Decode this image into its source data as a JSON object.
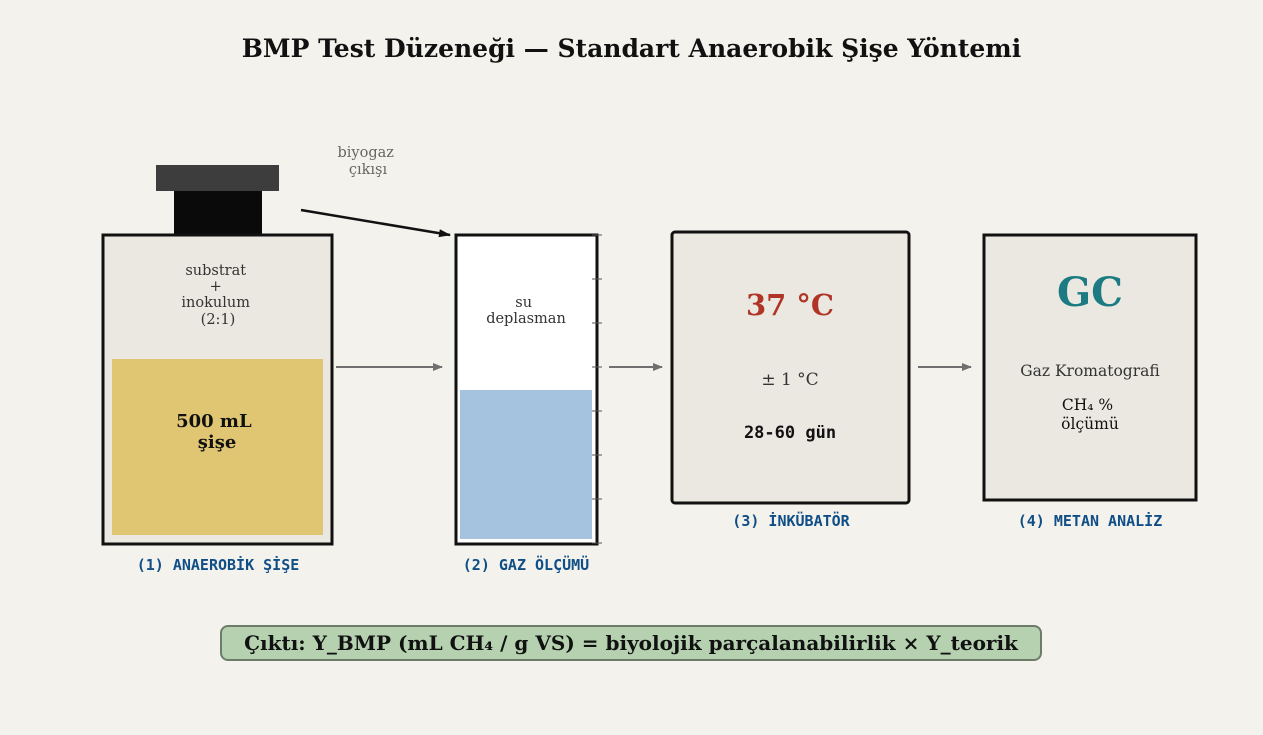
{
  "title": "BMP Test Düzeneği — Standart Anaerobik Şişe Yöntemi",
  "bottle": {
    "headspace_lines": [
      "substrat",
      "+",
      "inokulum",
      "(2:1)"
    ],
    "liquid_lines": [
      "500 mL",
      "şişe"
    ],
    "caption": "(1) ANAEROBİK ŞİŞE",
    "liquid_color": "#e0c672",
    "body_color": "#eae8e0"
  },
  "gas_outlet": {
    "lines": [
      "biyogaz",
      "çıkışı"
    ]
  },
  "gas_meter": {
    "lines": [
      "su",
      "deplasman"
    ],
    "caption": "(2) GAZ ÖLÇÜMÜ",
    "water_color": "#a5c2de"
  },
  "incubator": {
    "temperature": "37 °C",
    "tolerance": "± 1 °C",
    "duration": "28-60 gün",
    "caption": "(3) İNKÜBATÖR",
    "temperature_color": "#b03527"
  },
  "analysis": {
    "method": "GC",
    "method_name": "Gaz Kromatografi",
    "measure_lines": [
      "CH₄ %",
      "ölçümü"
    ],
    "caption": "(4) METAN ANALİZ",
    "method_color": "#1c7b82"
  },
  "output": {
    "text": "Çıktı: Y_BMP (mL CH₄ / g VS) = biyolojik parçalanabilirlik × Y_teorik",
    "box_color": "#b5d1b0"
  }
}
